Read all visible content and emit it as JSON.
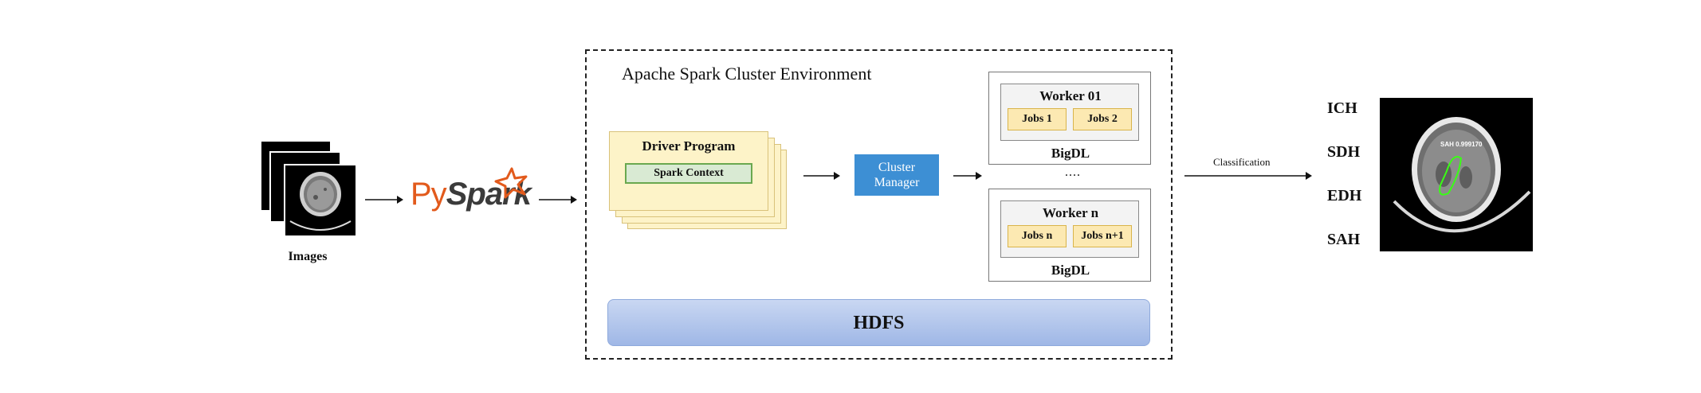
{
  "images": {
    "label": "Images"
  },
  "pyspark_logo": {
    "py": "Py",
    "spark": "Spark"
  },
  "cluster": {
    "title": "Apache Spark Cluster Environment",
    "driver": {
      "title": "Driver Program",
      "context": "Spark Context"
    },
    "cluster_manager": {
      "line1": "Cluster",
      "line2": "Manager"
    },
    "workers": [
      {
        "title": "Worker 01",
        "jobs": [
          "Jobs 1",
          "Jobs 2"
        ],
        "engine": "BigDL"
      },
      {
        "title": "Worker n",
        "jobs": [
          "Jobs n",
          "Jobs n+1"
        ],
        "engine": "BigDL"
      }
    ],
    "ellipsis": "....",
    "storage": "HDFS"
  },
  "classification": {
    "label": "Classification",
    "classes": [
      "ICH",
      "SDH",
      "EDH",
      "SAH"
    ],
    "overlay_text": "SAH 0.999170"
  },
  "colors": {
    "pyspark_orange": "#e25a1c",
    "driver_fill": "#fdf3c8",
    "context_fill": "#d9ead3",
    "cluster_manager_fill": "#3d8fd4",
    "job_fill": "#fce9b2",
    "hdfs_fill": "#9fb7e6",
    "segmentation_green": "#39ff14"
  }
}
